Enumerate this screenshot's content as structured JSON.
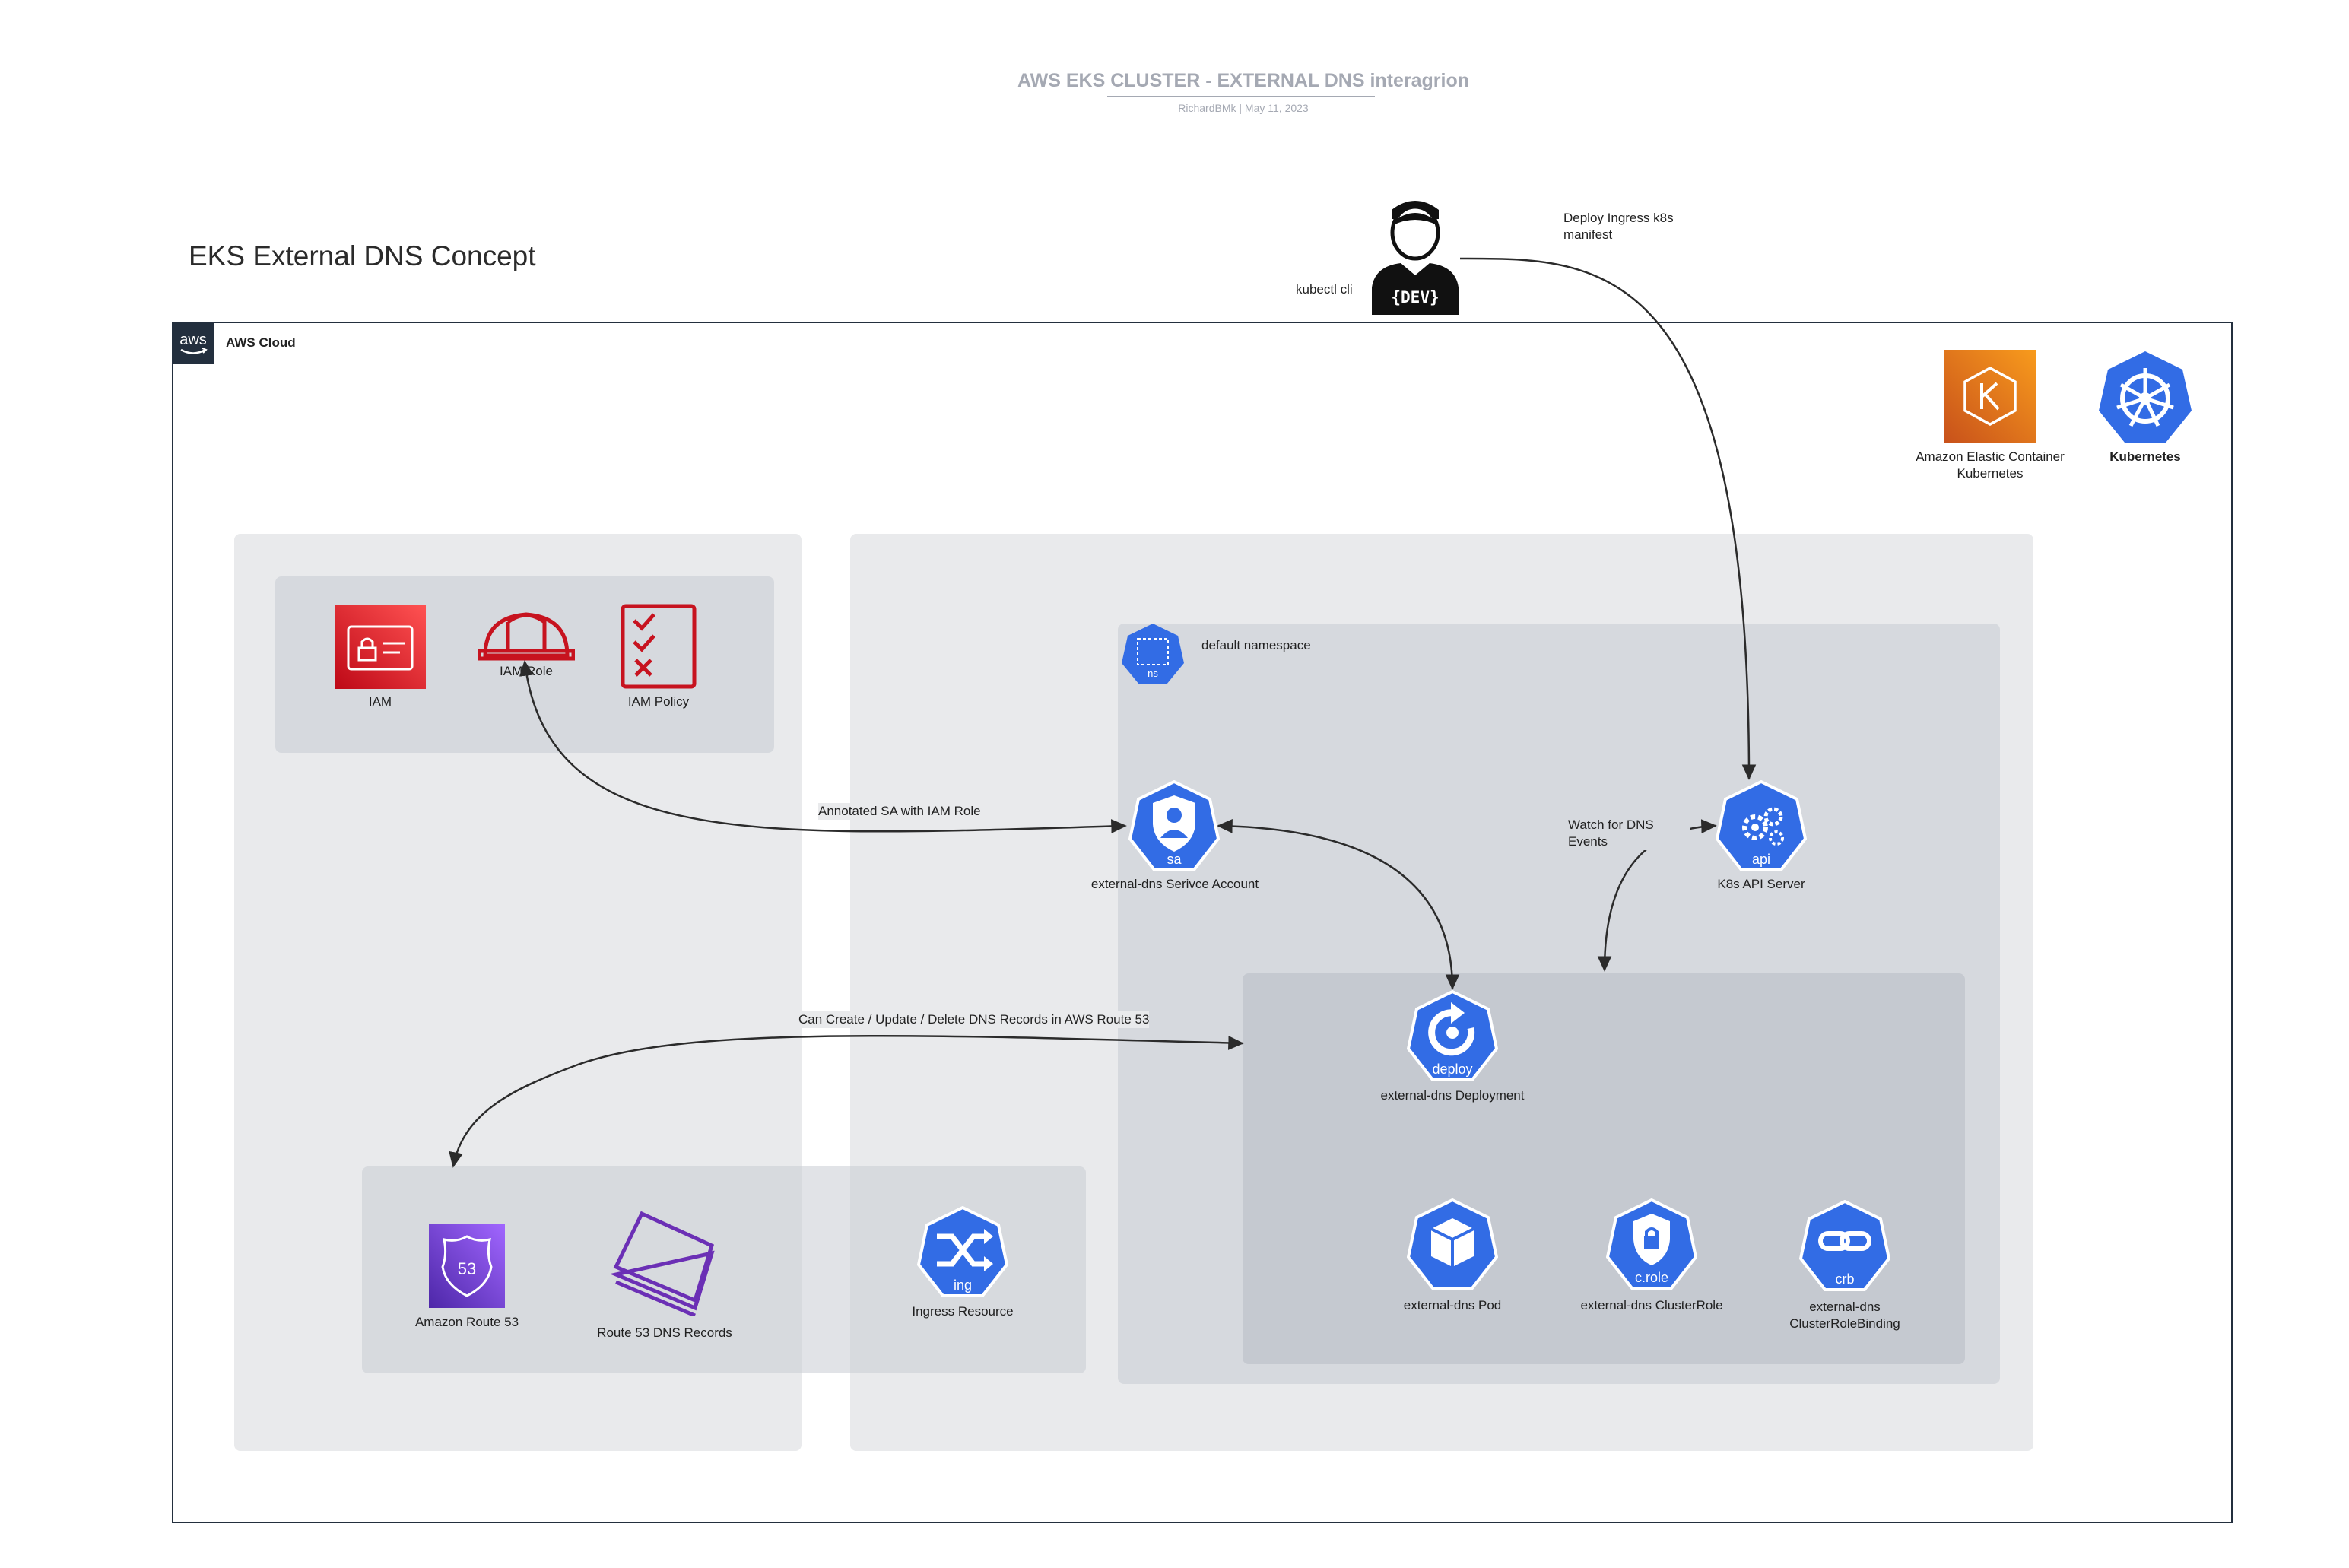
{
  "header": {
    "title": "AWS EKS CLUSTER - EXTERNAL DNS interagrion",
    "subtitle": "RichardBMk  |  May 11, 2023"
  },
  "concept_title": "EKS External DNS Concept",
  "aws_cloud": {
    "badge": "aws",
    "label": "AWS Cloud"
  },
  "developer": {
    "badge": "{DEV}",
    "cli_label": "kubectl cli",
    "deploy_label": "Deploy Ingress k8s manifest"
  },
  "top_icons": {
    "eks": "Amazon Elastic Container Kubernetes",
    "k8s": "Kubernetes"
  },
  "iam": {
    "iam": "IAM",
    "role": "IAM Role",
    "policy": "IAM Policy"
  },
  "namespace": {
    "label": "default namespace",
    "badge": "ns"
  },
  "sa": {
    "badge": "sa",
    "label": "external-dns Serivce Account"
  },
  "api": {
    "badge": "api",
    "label": "K8s API Server"
  },
  "deploy": {
    "badge": "deploy",
    "label": "external-dns Deployment"
  },
  "pod": {
    "label": "external-dns Pod"
  },
  "crole": {
    "badge": "c.role",
    "label": "external-dns ClusterRole"
  },
  "crb": {
    "badge": "crb",
    "label": "external-dns ClusterRoleBinding"
  },
  "route53": {
    "label": "Amazon Route 53",
    "badge": "53"
  },
  "records": {
    "label": "Route 53 DNS Records"
  },
  "ingress": {
    "badge": "ing",
    "label": "Ingress Resource"
  },
  "edges": {
    "annotated": "Annotated SA with IAM Role",
    "watch": "Watch for DNS Events",
    "crud": "Can Create / Update / Delete DNS Records in AWS Route 53"
  },
  "colors": {
    "k8s_blue": "#326ce5",
    "iam_red": "#c7131f",
    "route53_purple": "#6b2fb5",
    "eks_orange": "#e7780f",
    "aws_dark": "#232f3e"
  }
}
